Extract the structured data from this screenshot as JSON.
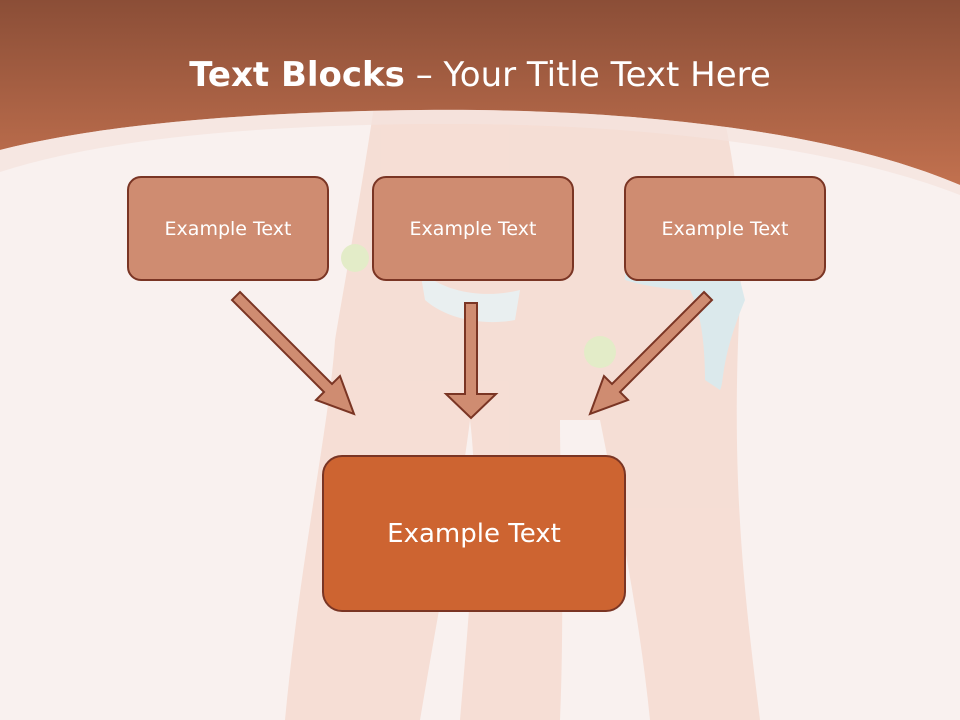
{
  "slide": {
    "title_bold": "Text Blocks",
    "title_sep": " – ",
    "title_rest": "Your Title Text Here",
    "boxes": [
      {
        "label": "Example Text"
      },
      {
        "label": "Example Text"
      },
      {
        "label": "Example Text"
      }
    ],
    "target_box": {
      "label": "Example Text"
    }
  },
  "colors": {
    "header_brown": "#b8654a",
    "box_fill": "#cf8c71",
    "target_fill": "#cd6431",
    "outline": "#7a3524"
  },
  "icons": [
    "arrow-down-right",
    "arrow-down",
    "arrow-down-left"
  ]
}
